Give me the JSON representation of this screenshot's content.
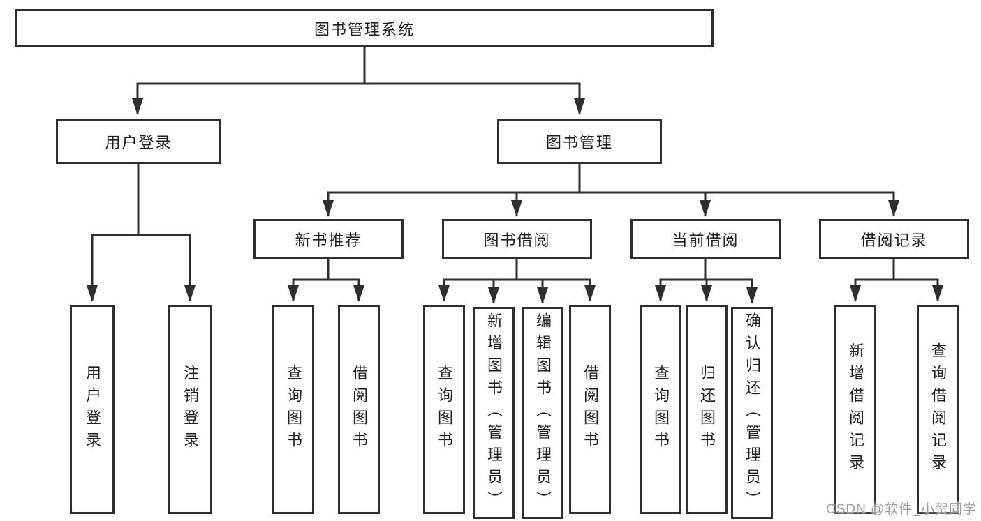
{
  "nodes": {
    "root": {
      "label": "图书管理系统"
    },
    "level2": [
      {
        "label": "用户登录"
      },
      {
        "label": "图书管理"
      }
    ],
    "level3": [
      {
        "label": "新书推荐"
      },
      {
        "label": "图书借阅"
      },
      {
        "label": "当前借阅"
      },
      {
        "label": "借阅记录"
      }
    ],
    "leaves": [
      {
        "label": "用户登录"
      },
      {
        "label": "注销登录"
      },
      {
        "label": "查询图书"
      },
      {
        "label": "借阅图书"
      },
      {
        "label": "查询图书"
      },
      {
        "label": "新增图书（管理员）"
      },
      {
        "label": "编辑图书（管理员）"
      },
      {
        "label": "借阅图书"
      },
      {
        "label": "查询图书"
      },
      {
        "label": "归还图书"
      },
      {
        "label": "确认归还（管理员）"
      },
      {
        "label": "新增借阅记录"
      },
      {
        "label": "查询借阅记录"
      }
    ]
  },
  "watermark": {
    "text": "CSDN @软件_小贺同学"
  },
  "colors": {
    "line": "#2e2e2e",
    "box_border": "#2e2e2e",
    "text": "#1f1f1f",
    "watermark": "#9e9e9e",
    "background": "#ffffff"
  }
}
